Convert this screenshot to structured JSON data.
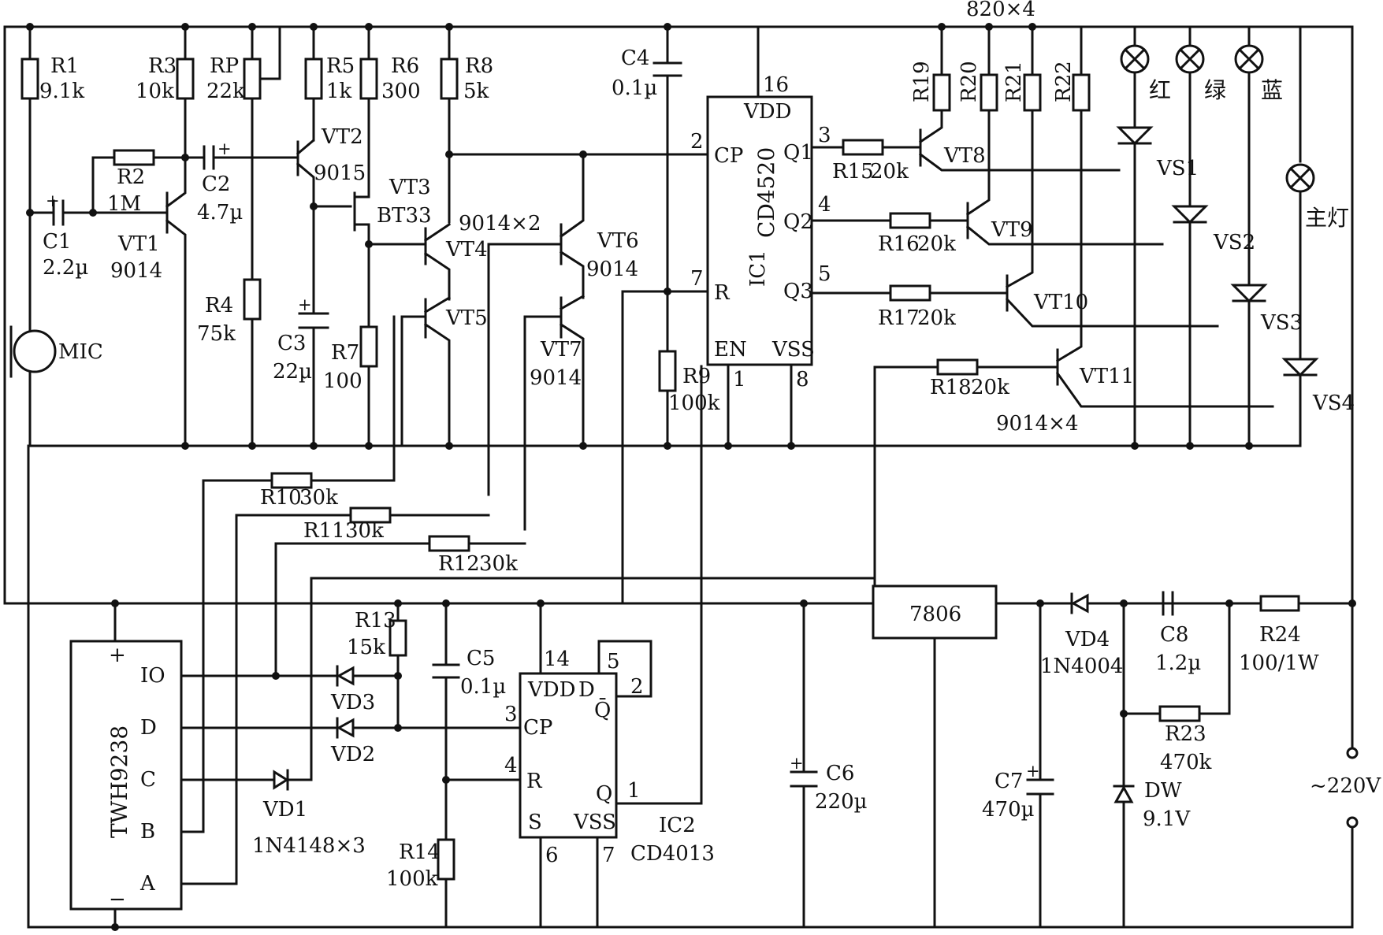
{
  "components": {
    "r1": {
      "name": "R1",
      "value": "9.1k"
    },
    "r2": {
      "name": "R2",
      "value": "1M"
    },
    "r3": {
      "name": "R3",
      "value": "10k"
    },
    "rp": {
      "name": "RP",
      "value": "22k"
    },
    "r4": {
      "name": "R4",
      "value": "75k"
    },
    "r5": {
      "name": "R5",
      "value": "1k"
    },
    "r6": {
      "name": "R6",
      "value": "300"
    },
    "r7": {
      "name": "R7",
      "value": "100"
    },
    "r8": {
      "name": "R8",
      "value": "5k"
    },
    "r9": {
      "name": "R9",
      "value": "100k"
    },
    "r10": {
      "name": "R10",
      "value": "30k"
    },
    "r11": {
      "name": "R11",
      "value": "30k"
    },
    "r12": {
      "name": "R12",
      "value": "30k"
    },
    "r13": {
      "name": "R13",
      "value": "15k"
    },
    "r14": {
      "name": "R14",
      "value": "100k"
    },
    "r15": {
      "name": "R15",
      "value": "20k"
    },
    "r16": {
      "name": "R16",
      "value": "20k"
    },
    "r17": {
      "name": "R17",
      "value": "20k"
    },
    "r18": {
      "name": "R18",
      "value": "20k"
    },
    "r19": {
      "name": "R19"
    },
    "r20": {
      "name": "R20"
    },
    "r21": {
      "name": "R21"
    },
    "r22": {
      "name": "R22"
    },
    "r19_22_value": "820×4",
    "r23": {
      "name": "R23",
      "value": "470k"
    },
    "r24": {
      "name": "R24",
      "value": "100/1W"
    },
    "c1": {
      "name": "C1",
      "value": "2.2µ"
    },
    "c2": {
      "name": "C2",
      "value": "4.7µ"
    },
    "c3": {
      "name": "C3",
      "value": "22µ"
    },
    "c4": {
      "name": "C4",
      "value": "0.1µ"
    },
    "c5": {
      "name": "C5",
      "value": "0.1µ"
    },
    "c6": {
      "name": "C6",
      "value": "220µ"
    },
    "c7": {
      "name": "C7",
      "value": "470µ"
    },
    "c8": {
      "name": "C8",
      "value": "1.2µ"
    },
    "vt1": {
      "name": "VT1",
      "value": "9014"
    },
    "vt2": {
      "name": "VT2",
      "value": "9015"
    },
    "vt3": {
      "name": "VT3",
      "value": "BT33"
    },
    "vt4": {
      "name": "VT4"
    },
    "vt5": {
      "name": "VT5"
    },
    "vt45_value": "9014×2",
    "vt6": {
      "name": "VT6",
      "value": "9014"
    },
    "vt7": {
      "name": "VT7",
      "value": "9014"
    },
    "vt8": {
      "name": "VT8"
    },
    "vt9": {
      "name": "VT9"
    },
    "vt10": {
      "name": "VT10"
    },
    "vt11": {
      "name": "VT11"
    },
    "vt8_11_value": "9014×4",
    "vs1": "VS1",
    "vs2": "VS2",
    "vs3": "VS3",
    "vs4": "VS4",
    "vd1": "VD1",
    "vd2": "VD2",
    "vd3": "VD3",
    "vd123_value": "1N4148×3",
    "vd4": {
      "name": "VD4",
      "value": "1N4004"
    },
    "dw": {
      "name": "DW",
      "value": "9.1V"
    },
    "mic": "MIC",
    "ic1": {
      "name": "IC1",
      "part": "CD4520",
      "vdd": "VDD",
      "cp": "CP",
      "r": "R",
      "en": "EN",
      "vss": "VSS",
      "q1": "Q1",
      "q2": "Q2",
      "q3": "Q3",
      "pin_vdd": "16",
      "pin_cp": "2",
      "pin_r": "7",
      "pin_en": "1",
      "pin_vss": "8",
      "pin_q1": "3",
      "pin_q2": "4",
      "pin_q3": "5"
    },
    "ic2": {
      "name": "IC2",
      "part": "CD4013",
      "vdd": "VDD",
      "d": "D",
      "qbar": "Q̄",
      "cp": "CP",
      "r": "R",
      "q": "Q",
      "s": "S",
      "vss": "VSS",
      "pin_vdd": "14",
      "pin_d": "5",
      "pin_qbar": "2",
      "pin_cp": "3",
      "pin_r": "4",
      "pin_q": "1",
      "pin_s": "6",
      "pin_vss": "7"
    },
    "twh": {
      "part": "TWH9238",
      "plus": "+",
      "minus": "−",
      "io": "IO",
      "d": "D",
      "c": "C",
      "b": "B",
      "a": "A"
    },
    "reg": "7806",
    "lamps": {
      "red": "红",
      "green": "绿",
      "blue": "蓝",
      "main": "主灯"
    },
    "mains": "~220V"
  }
}
